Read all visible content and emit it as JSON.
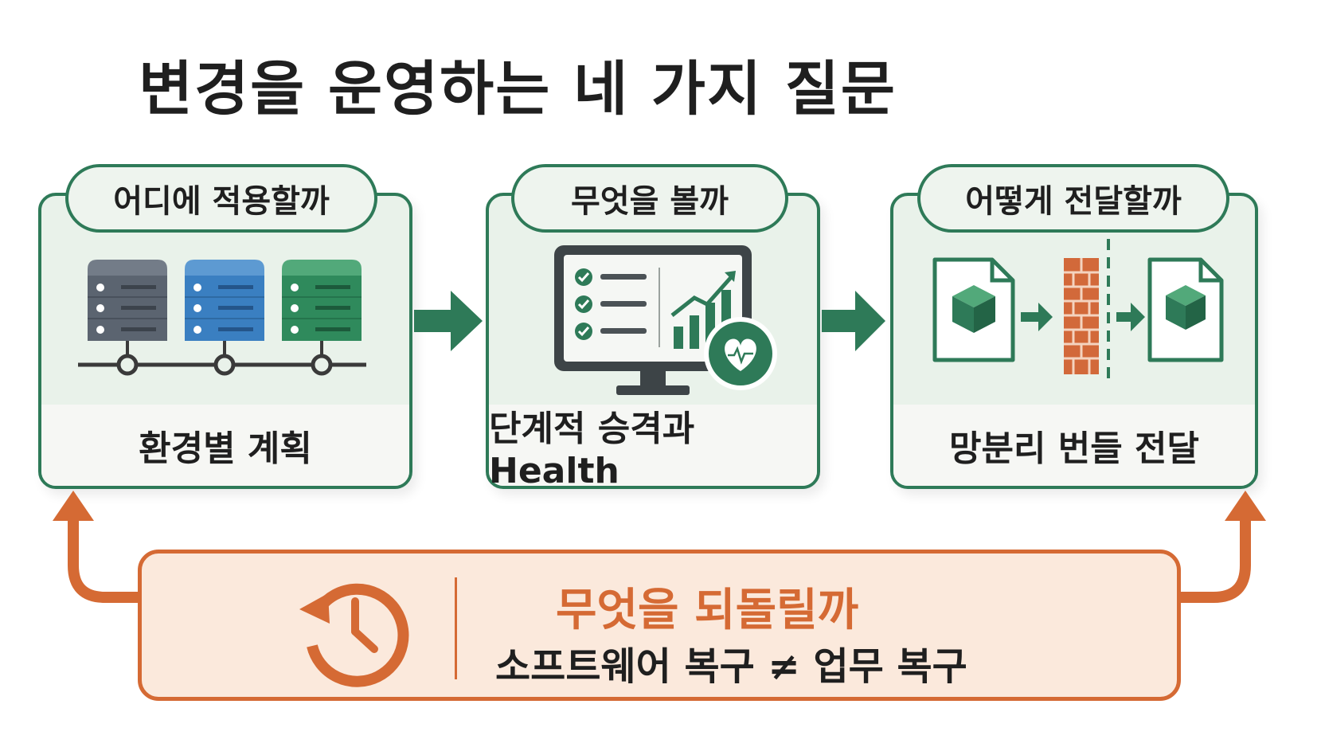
{
  "title": "변경을 운영하는 네 가지 질문",
  "cards": [
    {
      "tab": "어디에 적용할까",
      "label": "환경별 계획"
    },
    {
      "tab": "무엇을 볼까",
      "label": "단계적 승격과 Health"
    },
    {
      "tab": "어떻게 전달할까",
      "label": "망분리 번들 전달"
    }
  ],
  "recovery": {
    "title": "무엇을 되돌릴까",
    "subtitle": "소프트웨어 복구 ≠ 업무 복구"
  },
  "colors": {
    "green": "#2e7a58",
    "card_bg": "#e9f2ea",
    "orange": "#d56a34",
    "orange_bg": "#fbe9dc",
    "server_gray": "#5b6470",
    "server_blue": "#3a7fc1",
    "server_green": "#2f8a5c",
    "brick": "#d2693a"
  }
}
